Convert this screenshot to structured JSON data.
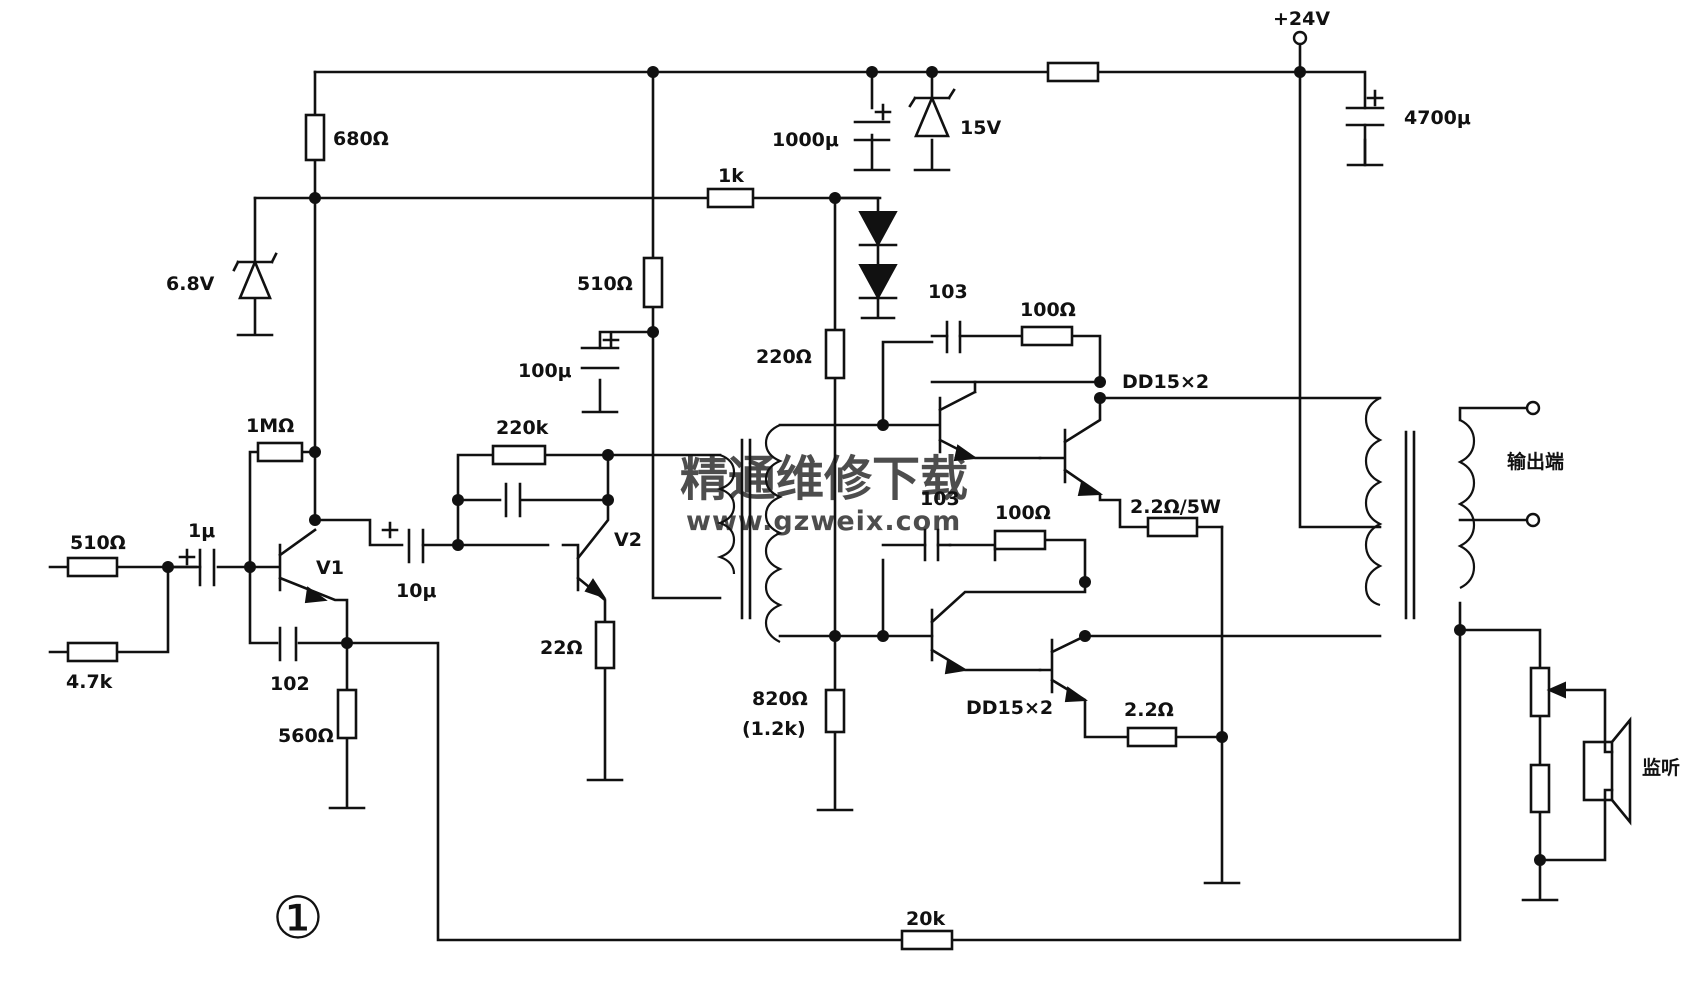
{
  "supply": {
    "vcc": "+24V"
  },
  "resistors": {
    "r_in1": "510Ω",
    "r_in2": "4.7k",
    "r_680": "680Ω",
    "r_1m": "1MΩ",
    "r_560": "560Ω",
    "r_1k": "1k",
    "r_510": "510Ω",
    "r_220k": "220k",
    "r_22": "22Ω",
    "r_220": "220Ω",
    "r_820": "820Ω",
    "r_820_alt": "(1.2k)",
    "r_100a": "100Ω",
    "r_100b": "100Ω",
    "r_22w": "2.2Ω/5W",
    "r_22b": "2.2Ω",
    "r_fb": "20k"
  },
  "capacitors": {
    "c_in": "1μ",
    "c_102": "102",
    "c_10": "10μ",
    "c_100": "100μ",
    "c_1000": "1000μ",
    "c_4700": "4700μ",
    "c_103a": "103",
    "c_103b": "103"
  },
  "diodes": {
    "zener_68": "6.8V",
    "zener_15": "15V"
  },
  "transistors": {
    "v1": "V1",
    "v2": "V2",
    "pair_top": "DD15×2",
    "pair_bottom": "DD15×2"
  },
  "outputs": {
    "output": "输出端",
    "monitor": "监听"
  },
  "figure": {
    "number": "①"
  },
  "watermark": {
    "text": "精通维修下载",
    "url": "www.gzweix.com"
  }
}
